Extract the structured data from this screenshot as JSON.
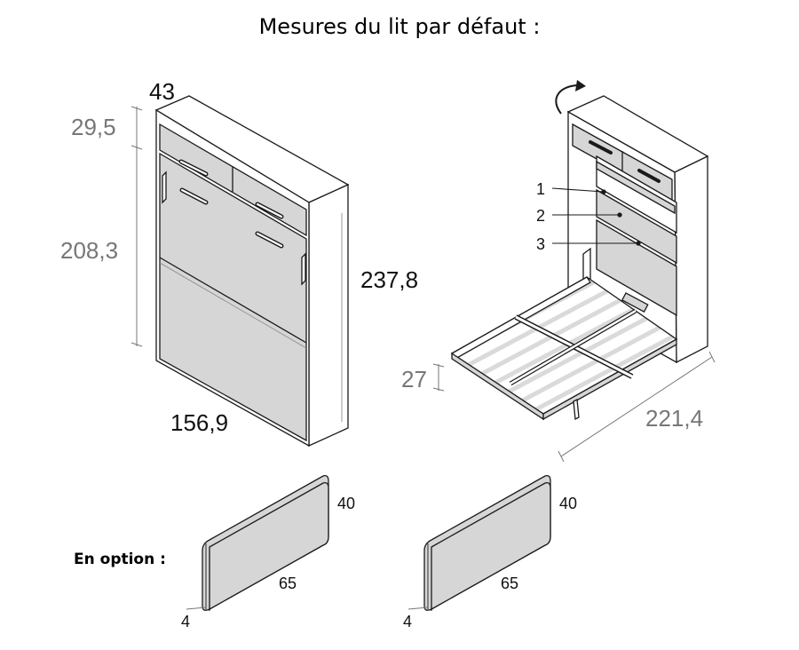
{
  "title": "Mesures du lit par défaut :",
  "option_label": "En option :",
  "closed_bed": {
    "depth": "43",
    "top_height": "29,5",
    "front_height": "208,3",
    "total_height": "237,8",
    "width": "156,9"
  },
  "open_bed": {
    "callouts": [
      "1",
      "2",
      "3"
    ],
    "base_height": "27",
    "open_length": "221,4"
  },
  "headboards": [
    {
      "height": "40",
      "length": "65",
      "thickness": "4"
    },
    {
      "height": "40",
      "length": "65",
      "thickness": "4"
    }
  ],
  "colors": {
    "panel": "#d6d6d6",
    "line": "#1a1a1a",
    "dimension_grey": "#777777"
  }
}
